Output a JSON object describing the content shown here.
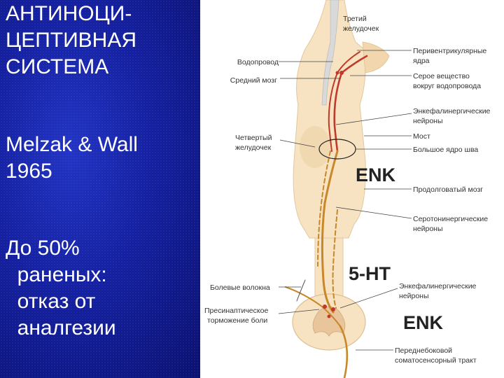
{
  "left": {
    "title_lines": [
      "АНТИНОЦИ-",
      "ЦЕПТИВНАЯ",
      "СИСТЕМА"
    ],
    "reference_lines": [
      "Melzak & Wall",
      "1965"
    ],
    "note_lines": [
      "До 50%",
      "  раненых:",
      "  отказ от",
      "  аналгезии"
    ]
  },
  "diagram": {
    "labels_left": {
      "aqueduct": "Водопровод",
      "midbrain": "Средний мозг",
      "fourth_ventricle_1": "Четвертый",
      "fourth_ventricle_2": "желудочек",
      "pain_fibers": "Болевые волокна",
      "presynaptic_1": "Пресинаптическое",
      "presynaptic_2": "торможение боли"
    },
    "labels_right": {
      "third_ventricle_1": "Третий",
      "third_ventricle_2": "желудочек",
      "periventricular_1": "Перивентрикулярные",
      "periventricular_2": "ядра",
      "gray_matter_1": "Серое вещество",
      "gray_matter_2": "вокруг водопровода",
      "enk_neurons_top_1": "Энкефалинергические",
      "enk_neurons_top_2": "нейроны",
      "pons": "Мост",
      "raphe": "Большое ядро шва",
      "medulla": "Продолговатый мозг",
      "serotonergic_1": "Серотонинергические",
      "serotonergic_2": "нейроны",
      "enk_neurons_bottom_1": "Энкефалинергические",
      "enk_neurons_bottom_2": "нейроны",
      "tract_1": "Переднебоковой",
      "tract_2": "соматосенсорный тракт"
    },
    "overlay": {
      "enk_top": "ENK",
      "serotonin": "5-HT",
      "enk_bottom": "ENK"
    }
  },
  "colors": {
    "left_background": "#1420a0",
    "fiber": "#c8882a",
    "red_fiber": "#c0392b",
    "tissue": "#f7e3c2"
  }
}
